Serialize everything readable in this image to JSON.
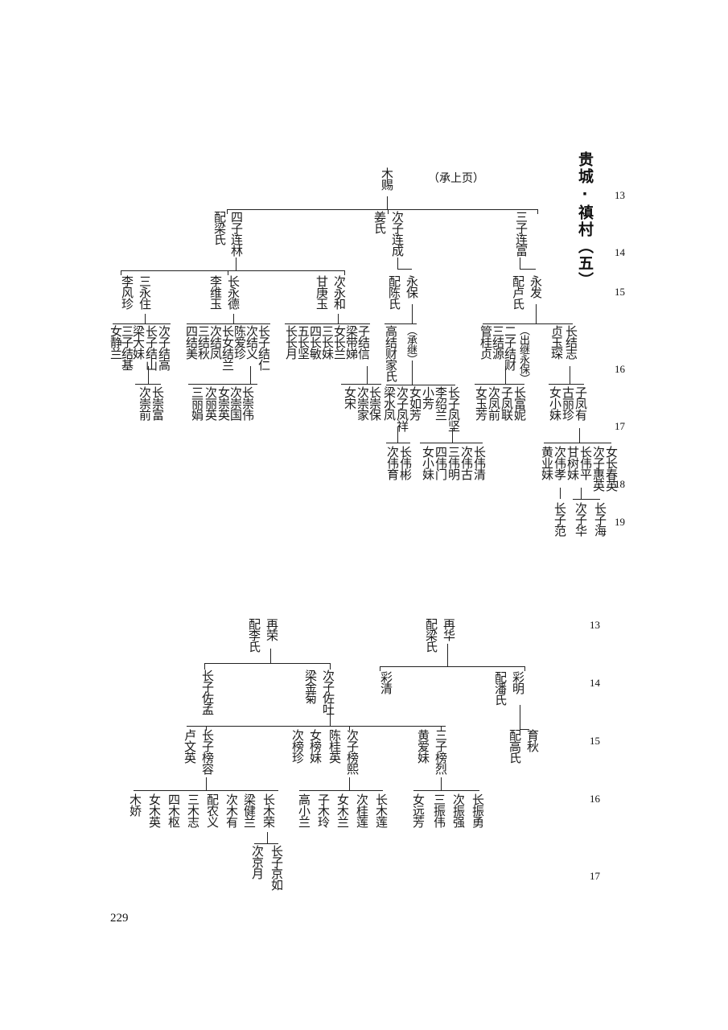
{
  "page_number": "229",
  "section_title": "贵城·禛村（五）",
  "upper_tree": {
    "note": "（承上页）",
    "root": "木赐",
    "gen13_14": {
      "lian_lin": "四子连林",
      "lian_lin_wife": "配梁氏",
      "lian_cheng": "次子连成",
      "lian_cheng_wife": "姜氏",
      "lian_fu": "三子连富"
    },
    "gen15": {
      "yong_zhu": "三永住",
      "yong_zhu_wife": "李风珍",
      "yong_de": "长永德",
      "yong_de_wife": "李维玉",
      "yong_he": "次永和",
      "yong_he_wife": "甘庚玉",
      "yong_bao": "永保",
      "yong_bao_wife": "配陈氏",
      "yong_fa": "永发",
      "yong_fa_wife": "配卢氏"
    },
    "gen16": {
      "zhu_kids": [
        "次子结高",
        "长子结山",
        "梁大妹",
        "三子结基",
        "女静兰"
      ],
      "de_kids": [
        "长子结仁",
        "次结义",
        "陈爱珍",
        "长女结兰",
        "次结凤",
        "三结秋",
        "四结美"
      ],
      "he_kids": [
        "子结信",
        "梁带娣",
        "女长兰",
        "三长妹",
        "四长敏",
        "五长坚",
        "长长月"
      ],
      "bao_kid": "（承继）",
      "bao_kid_wife": "高结财家氏",
      "fa_kids": [
        "（出继永保）",
        "二子结财",
        "三结源",
        "管桂贞"
      ],
      "fa_kid_zhi": "长结志",
      "fa_kid_zhi_wife": "贞玉琛"
    },
    "gen17": {
      "shan_kids": [
        "长崇富",
        "次崇前"
      ],
      "ren_kids": [
        "长崇伟",
        "次崇国",
        "女崇英",
        "次丽英",
        "三丽娟"
      ],
      "xin_kids": [
        "长崇保",
        "次崇家",
        "女宋"
      ],
      "cai_kids": [
        "长子凤坚",
        "李绍兰",
        "小芳",
        "女如芳",
        "次子凤祥",
        "梁水凤"
      ],
      "yuan_kids": [
        "长富妮",
        "子凤联",
        "次凤前",
        "女玉芳"
      ],
      "zhi_kids": [
        "子凤有",
        "古丽珍",
        "女小妹"
      ]
    },
    "gen18": {
      "jian_kids": [
        "长伟清",
        "次伟古",
        "三伟明",
        "四伟门",
        "女小妹"
      ],
      "xiang_kids": [
        "长伟彬",
        "次伟育"
      ],
      "you_kids": [
        "女长春英",
        "次子惠英",
        "长伟平",
        "甘树妹",
        "次伟孝",
        "黄业妹"
      ]
    },
    "gen19": {
      "kids": [
        "长子海",
        "次子华",
        "长子范"
      ]
    }
  },
  "lower_tree": {
    "gen13": {
      "zai_rong": "再荣",
      "zai_rong_wife": "配李氏",
      "zai_hua": "再华",
      "zai_hua_wife": "配梁氏"
    },
    "gen14": {
      "zuo_meng": "长子佐孟",
      "zuo_tu": "次子佐吐",
      "zuo_tu_wife": "梁金菊",
      "cai_qing": "彩清",
      "cai_ming": "彩明",
      "cai_ming_wife": "配潘氏"
    },
    "gen15": {
      "bang_rong": "长子榜容",
      "bang_rong_wife": "卢文英",
      "bang_xi": "次子榜熙",
      "bang_xi_wife": "陈桂英",
      "bang_mei": "女榜妹",
      "bang_zhen": "次榜珍",
      "bang_lie": "三子榜烈",
      "bang_lie_wife": "黄爱妹",
      "yu_qiu": "育秋",
      "yu_qiu_wife": "配高氏"
    },
    "gen16": {
      "rong_kids": [
        "长木荣",
        "梁健兰",
        "次木有",
        "配农义",
        "三木志",
        "四木枢",
        "女木英",
        "木娇"
      ],
      "xi_kids": [
        "长木莲",
        "次桂莲",
        "女木兰",
        "子木玲",
        "高小兰"
      ],
      "lie_kids": [
        "长振勇",
        "次振强",
        "三振伟",
        "女远芳"
      ]
    },
    "gen17": {
      "rong_kids": [
        "长子京如",
        "次京月"
      ]
    }
  },
  "generation_markers": {
    "upper": [
      "13",
      "14",
      "15",
      "16",
      "17",
      "18",
      "19"
    ],
    "lower": [
      "13",
      "14",
      "15",
      "16",
      "17"
    ]
  }
}
